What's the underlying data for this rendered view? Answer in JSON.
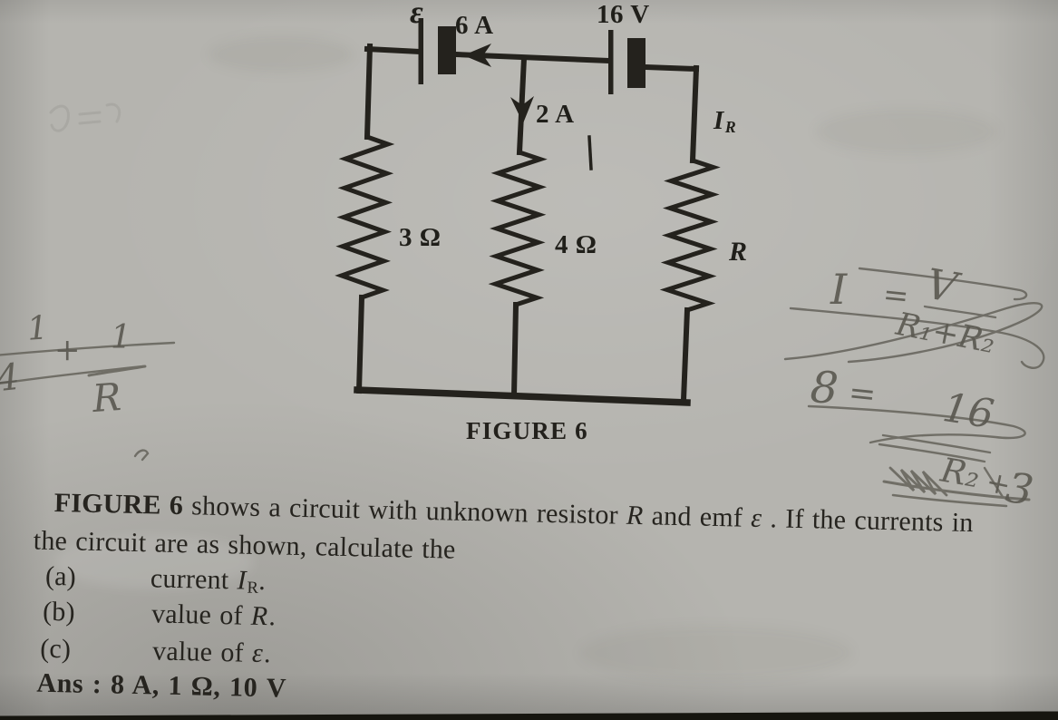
{
  "figure": {
    "caption": "FIGURE 6",
    "emf_label": "ε",
    "top_current": "6 A",
    "right_battery_voltage": "16 V",
    "middle_current": "2 A",
    "right_current_main": "I",
    "right_current_sub": "R",
    "left_resistor": "3 Ω",
    "middle_resistor": "4 Ω",
    "right_resistor": "R"
  },
  "problem": {
    "line1_parts": [
      {
        "t": "FIGURE 6"
      },
      {
        "t": " shows a circuit with unknown resistor "
      },
      {
        "t": "R"
      },
      {
        "t": " and emf "
      },
      {
        "t": "ε"
      },
      {
        "t": " . If the currents in"
      }
    ],
    "line2": "the circuit are as shown, calculate the",
    "items": [
      {
        "label": "(a)",
        "pre": "current ",
        "sym": "I",
        "sub": "R",
        "post": "."
      },
      {
        "label": "(b)",
        "pre": "value of ",
        "sym": "R",
        "sub": "",
        "post": "."
      },
      {
        "label": "(c)",
        "pre": "value of ",
        "sym": "ε",
        "sub": "",
        "post": "."
      }
    ],
    "answer": "Ans : 8 A, 1 Ω, 10 V"
  },
  "handwriting": {
    "margin_fraction": {
      "num1": "1",
      "den1": "4",
      "plus": "+",
      "num2": "1",
      "den2": "R"
    },
    "equation1": {
      "lhs": "I",
      "sign": "=",
      "numerator": "V",
      "denominator": "R₁+R₂"
    },
    "equation2": {
      "lhs": "8",
      "sign": "=",
      "numerator": "16"
    },
    "scribble": {
      "t1": "R₂",
      "t2": "+",
      "t3": "3"
    }
  }
}
